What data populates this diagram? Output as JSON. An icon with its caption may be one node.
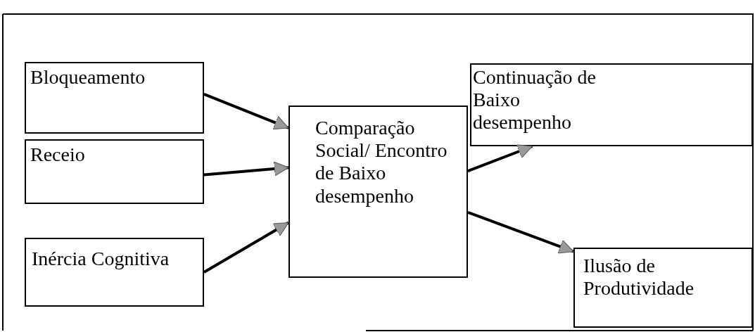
{
  "diagram": {
    "nodes": [
      {
        "text": [
          "Bloqueamento"
        ]
      },
      {
        "text": [
          "Receio"
        ]
      },
      {
        "text": [
          "Inércia Cognitiva"
        ]
      },
      {
        "text": [
          "Comparação Social/ Encontro de Baixo desempenho"
        ]
      },
      {
        "text": [
          "Continuação de Baixo desempenho"
        ]
      },
      {
        "text": [
          "Ilusão de Produtividade"
        ]
      }
    ],
    "edges": [
      {
        "from": 0,
        "to": 3,
        "arrow": "to"
      },
      {
        "from": 1,
        "to": 3,
        "arrow": "to"
      },
      {
        "from": 2,
        "to": 3,
        "arrow": "to"
      },
      {
        "from": 3,
        "to": 4,
        "arrow": "to"
      },
      {
        "from": 3,
        "to": 5,
        "arrow": "to"
      }
    ]
  }
}
